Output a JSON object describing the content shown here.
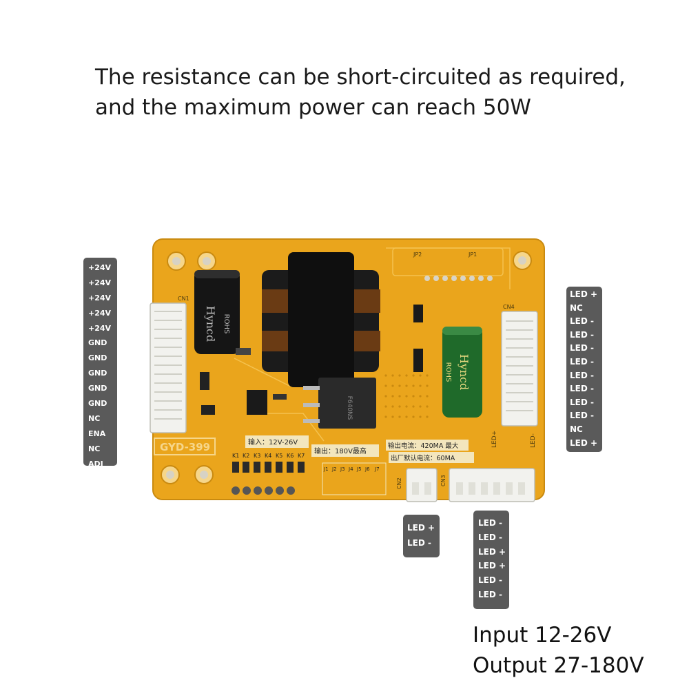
{
  "headline": {
    "line1": "The resistance can be short-circuited as required,",
    "line2": "and the maximum power can reach 50W"
  },
  "spec": {
    "input": "Input 12-26V",
    "output": "Output 27-180V"
  },
  "pins": {
    "cn1": [
      "+24V",
      "+24V",
      "+24V",
      "+24V",
      "+24V",
      "GND",
      "GND",
      "GND",
      "GND",
      "GND",
      "NC",
      "ENA",
      "NC",
      "ADJ"
    ],
    "cn4": [
      "LED +",
      "NC",
      "LED -",
      "LED -",
      "LED -",
      "LED -",
      "LED -",
      "LED -",
      "LED -",
      "LED -",
      "NC",
      "LED +"
    ],
    "cn2": [
      "LED +",
      "LED -"
    ],
    "cn3": [
      "LED -",
      "LED -",
      "LED +",
      "LED +",
      "LED -",
      "LED -"
    ]
  },
  "board": {
    "model": "GYD-399",
    "input_label": "输入：12V-26V",
    "output_label": "输出：180V最高",
    "current_label": "输出电流：420MA 最大",
    "default_label": "出厂默认电流：60MA",
    "cap_brand": "Hyncd",
    "cap_rohs": "ROHS",
    "jumper_k": [
      "K1",
      "K2",
      "K3",
      "K4",
      "K5",
      "K6",
      "K7"
    ],
    "jumper_j": [
      "J1",
      "J2",
      "J3",
      "J4",
      "J5",
      "J6",
      "J7"
    ],
    "conn_cn1": "CN1",
    "conn_cn4": "CN4",
    "conn_cn2": "CN2",
    "conn_cn3": "CN3",
    "led_plus": "LED+",
    "led_minus": "LED-",
    "jp1": "JP1",
    "jp2": "JP2",
    "mosfet": "F640NS",
    "colors": {
      "board": "#eaa51c",
      "board_dark": "#c98a10",
      "transformer": "#111111",
      "cap_left": "#151515",
      "cap_right": "#1f6a2a",
      "connector": "#f2f2ee"
    }
  }
}
